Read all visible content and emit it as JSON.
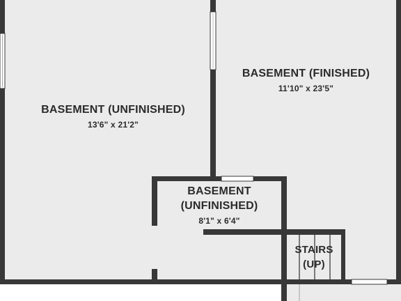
{
  "rooms": {
    "unfinished_main": {
      "name": "BASEMENT (UNFINISHED)",
      "dimensions": "13'6\" x 21'2\""
    },
    "finished": {
      "name": "BASEMENT (FINISHED)",
      "dimensions": "11'10\" x 23'5\""
    },
    "unfinished_small": {
      "name_line1": "BASEMENT",
      "name_line2": "(UNFINISHED)",
      "dimensions": "8'1\" x 6'4\""
    },
    "stairs": {
      "line1": "STAIRS",
      "line2": "(UP)"
    }
  },
  "colors": {
    "floor": "#ebebeb",
    "wall": "#383838",
    "window": "#ffffff",
    "background": "#ffffff",
    "text": "#2b2b2b"
  }
}
